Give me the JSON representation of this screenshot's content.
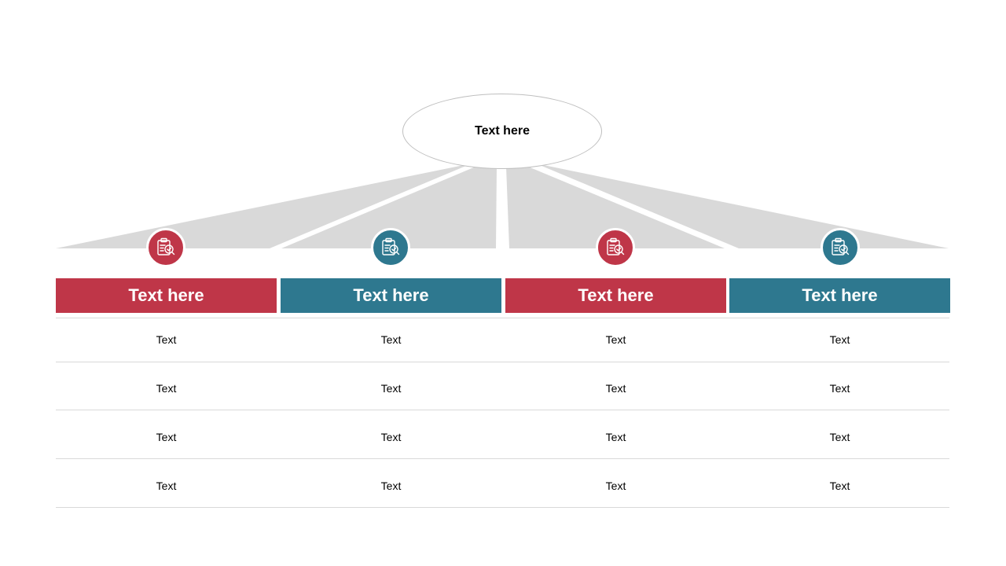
{
  "center": {
    "label": "Text here"
  },
  "colors": {
    "red": "#bf3648",
    "teal": "#2e788f",
    "fan": "#d9d9d9",
    "rule": "#d9d9d9"
  },
  "columns": [
    {
      "title": "Text here",
      "color": "#bf3648",
      "icon": "clipboard-check-search-icon",
      "rows": [
        "Text",
        "Text",
        "Text",
        "Text"
      ]
    },
    {
      "title": "Text here",
      "color": "#2e788f",
      "icon": "clipboard-check-search-icon",
      "rows": [
        "Text",
        "Text",
        "Text",
        "Text"
      ]
    },
    {
      "title": "Text here",
      "color": "#bf3648",
      "icon": "clipboard-check-search-icon",
      "rows": [
        "Text",
        "Text",
        "Text",
        "Text"
      ]
    },
    {
      "title": "Text here",
      "color": "#2e788f",
      "icon": "clipboard-check-search-icon",
      "rows": [
        "Text",
        "Text",
        "Text",
        "Text"
      ]
    }
  ]
}
